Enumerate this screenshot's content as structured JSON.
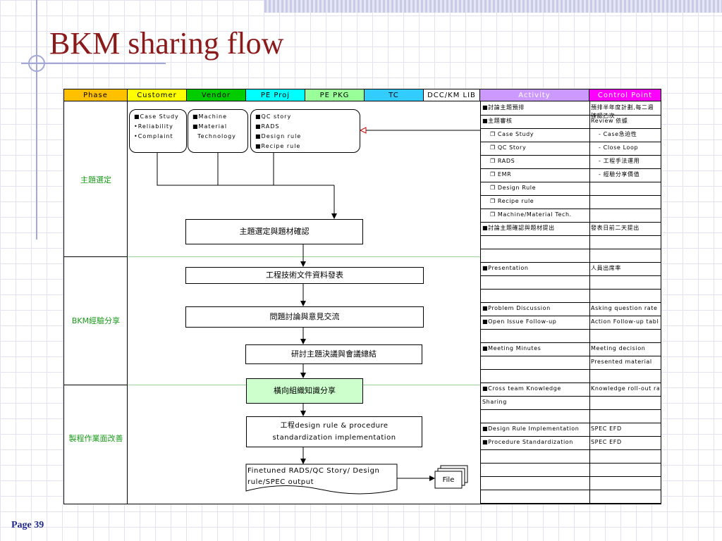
{
  "title": "BKM sharing flow",
  "page_label": "Page  39",
  "columns": {
    "phase": "Phase",
    "customer": "Customer",
    "vendor": "Vendor",
    "pe_proj": "PE Proj",
    "pe_pkg": "PE PKG",
    "tc": "TC",
    "dcc": "DCC/KM LIB",
    "activity": "Activity",
    "control": "Control Point"
  },
  "colors": {
    "phase": "#ffc000",
    "customer": "#ffff00",
    "vendor": "#00cc00",
    "pe_proj": "#00ffff",
    "pe_pkg": "#99ff99",
    "tc": "#33ccff",
    "dcc": "#ffffff",
    "activity": "#cc99ff",
    "control": "#ff00ff"
  },
  "phases": [
    "主題選定",
    "BKM經驗分享",
    "製程作業面改善"
  ],
  "sources": {
    "customer": [
      "■Case Study",
      "•Reliability",
      "•Complaint"
    ],
    "vendor": [
      "■Machine",
      "■Material",
      "  Technology"
    ],
    "pe": [
      "■QC story",
      "■RADS",
      "■Design rule",
      "■Recipe rule"
    ]
  },
  "flow": {
    "step1": "主題選定與題材確認",
    "step2": "工程技術文件資料發表",
    "step3": "問題討論與意見交流",
    "step4": "研討主題決議與會議總結",
    "step5": "橫向組織知識分享",
    "step6_line1": "工程design rule & procedure",
    "step6_line2": "standardization implementation",
    "output_line1": "Finetuned RADS/QC Story/ Design",
    "output_line2": "rule/SPEC output",
    "file": "File"
  },
  "activity_rows": [
    {
      "activity": "■討論主題預排",
      "control": "預排半年度計劃,每二週確認乙次"
    },
    {
      "activity": "■主題審核",
      "control": "Review 依據"
    },
    {
      "activity": "❐ Case Study",
      "control": "- Case急迫性"
    },
    {
      "activity": "❐ QC Story",
      "control": "- Close Loop"
    },
    {
      "activity": "❐ RADS",
      "control": "- 工程手法運用"
    },
    {
      "activity": "❐ EMR",
      "control": "- 經驗分享價值"
    },
    {
      "activity": "❐ Design Rule",
      "control": ""
    },
    {
      "activity": "❐ Recipe rule",
      "control": ""
    },
    {
      "activity": "❐ Machine/Material Tech.",
      "control": ""
    },
    {
      "activity": "■討論主題確認與題材提出",
      "control": "發表日前二天提出"
    },
    {
      "activity": "",
      "control": ""
    },
    {
      "activity": "",
      "control": ""
    },
    {
      "activity": "■Presentation",
      "control": "人員出席率"
    },
    {
      "activity": "",
      "control": ""
    },
    {
      "activity": "",
      "control": ""
    },
    {
      "activity": "■Problem Discussion",
      "control": "Asking question rate"
    },
    {
      "activity": "■Open Issue Follow-up",
      "control": "Action Follow-up table"
    },
    {
      "activity": "",
      "control": ""
    },
    {
      "activity": "■Meeting Minutes",
      "control": "Meeting decision"
    },
    {
      "activity": "",
      "control": "Presented material"
    },
    {
      "activity": "",
      "control": ""
    },
    {
      "activity": "■Cross team Knowledge",
      "control": "Knowledge roll-out rate"
    },
    {
      "activity": "Sharing",
      "control": ""
    },
    {
      "activity": "",
      "control": ""
    },
    {
      "activity": "■Design Rule Implementation",
      "control": "SPEC EFD"
    },
    {
      "activity": "■Procedure Standardization",
      "control": "SPEC EFD"
    },
    {
      "activity": "",
      "control": ""
    },
    {
      "activity": "",
      "control": ""
    },
    {
      "activity": "",
      "control": ""
    },
    {
      "activity": "",
      "control": ""
    }
  ]
}
